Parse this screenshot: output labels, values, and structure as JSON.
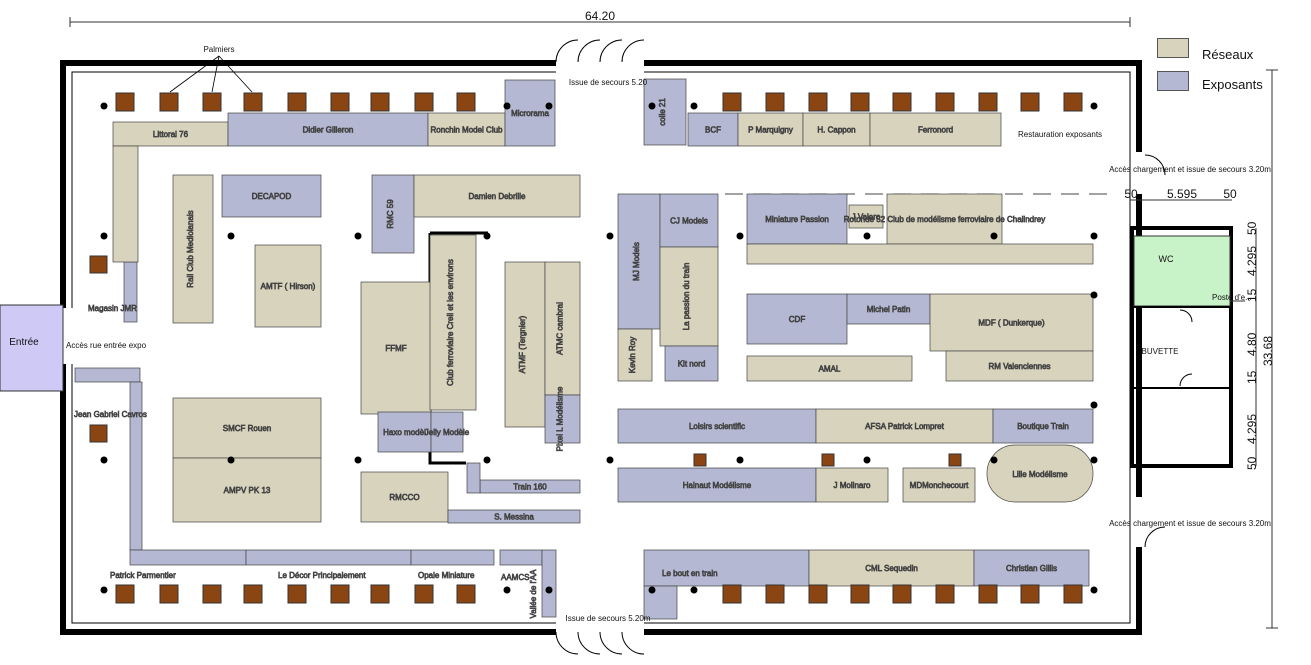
{
  "total_width": "64.20",
  "right_dims": [
    "50",
    "4.295",
    "15",
    "4.80",
    "15",
    "4.295",
    "50"
  ],
  "right_total": "33.68",
  "top_dims": [
    "50",
    "5.595",
    "50"
  ],
  "legend": {
    "reseaux": "Réseaux",
    "exposants": "Exposants"
  },
  "colors": {
    "reseau": "#d8d3bd",
    "exposant": "#b4b8d2",
    "wc": "#c8f2c8",
    "entree": "#cfc9f5",
    "pillar": "#8b4513"
  },
  "notes": {
    "palmiers": "Palmiers",
    "secours_top": "Issue de secours 5.20",
    "secours_bottom": "Issue de secours 5.20m",
    "acces_top": "Accès chargement et issue de secours 3.20m",
    "acces_bottom": "Accès chargement et issue de secours 3.20m",
    "entree": "Entrée",
    "acces_rue": "Accès rue entrée expo",
    "restauration": "Restauration exposants",
    "poste": "Poste d'e..."
  },
  "rooms": {
    "wc": "WC",
    "buvette": "BUVETTE"
  },
  "stands": {
    "littoral": "Littoral 76",
    "gilleron": "Didier Gilleron",
    "ronchin": "Ronchin Model Club",
    "microrama": "Microrama",
    "colle": "colle 21",
    "bcf": "BCF",
    "marquigny": "P Marquigny",
    "cappon": "H. Cappon",
    "ferronord": "Ferronord",
    "decapod": "DECAPOD",
    "railclub": "Rail Club Mediolanais",
    "amtf": "AMTF ( Hirson)",
    "rmc59": "RMC 59",
    "debrille": "Damien Debrille",
    "ffmf": "FFMF",
    "creil": "Club ferroviaire Creil et les environs",
    "atmf": "ATMF (Tergnier)",
    "atmc": "ATMC cambrai",
    "pixel": "Pixel L Modélisme",
    "mj": "MJ Models",
    "cj": "CJ Models",
    "passion": "La passion du train",
    "kevin": "Kevin Roy",
    "kitnord": "Kit nord",
    "minipassion": "Miniature Passion",
    "valero": "J Valero",
    "rotonde": "Rotonde 52 Club de modélisme ferroviaire de Chalindrey",
    "cdf": "CDF",
    "patin": "Michel Patin",
    "mdf": "MDF ( Dunkerque)",
    "amal": "AMAL",
    "rmv": "RM Valenciennes",
    "loisirs": "Loisirs scientific",
    "afsa": "AFSA Patrick Lompret",
    "boutique": "Boutique Train",
    "hainaut": "Hainaut Modélisme",
    "molinaro": "J Molinaro",
    "mdmonchecourt": "MDMonchecourt",
    "lille": "Lille Modélisme",
    "magasin": "Magasin JMR",
    "cavros": "Jean Gabriel Cavros",
    "smcf": "SMCF Rouen",
    "ampv": "AMPV PK 13",
    "haxo": "Haxo modèl",
    "jelly": "Jelly Modèle",
    "rmcco": "RMCCO",
    "train160": "Train 160",
    "messina": "S. Messina",
    "parmentier": "Patrick Parmentier",
    "decor": "Le Décor Principalement",
    "opale": "Opale Miniature",
    "aamcs": "AAMCS",
    "valleeaa": "Vallée de l'AA",
    "bouttrain": "Le bout en train",
    "cml": "CML Sequedin",
    "gillis": "Christian Gillis"
  }
}
